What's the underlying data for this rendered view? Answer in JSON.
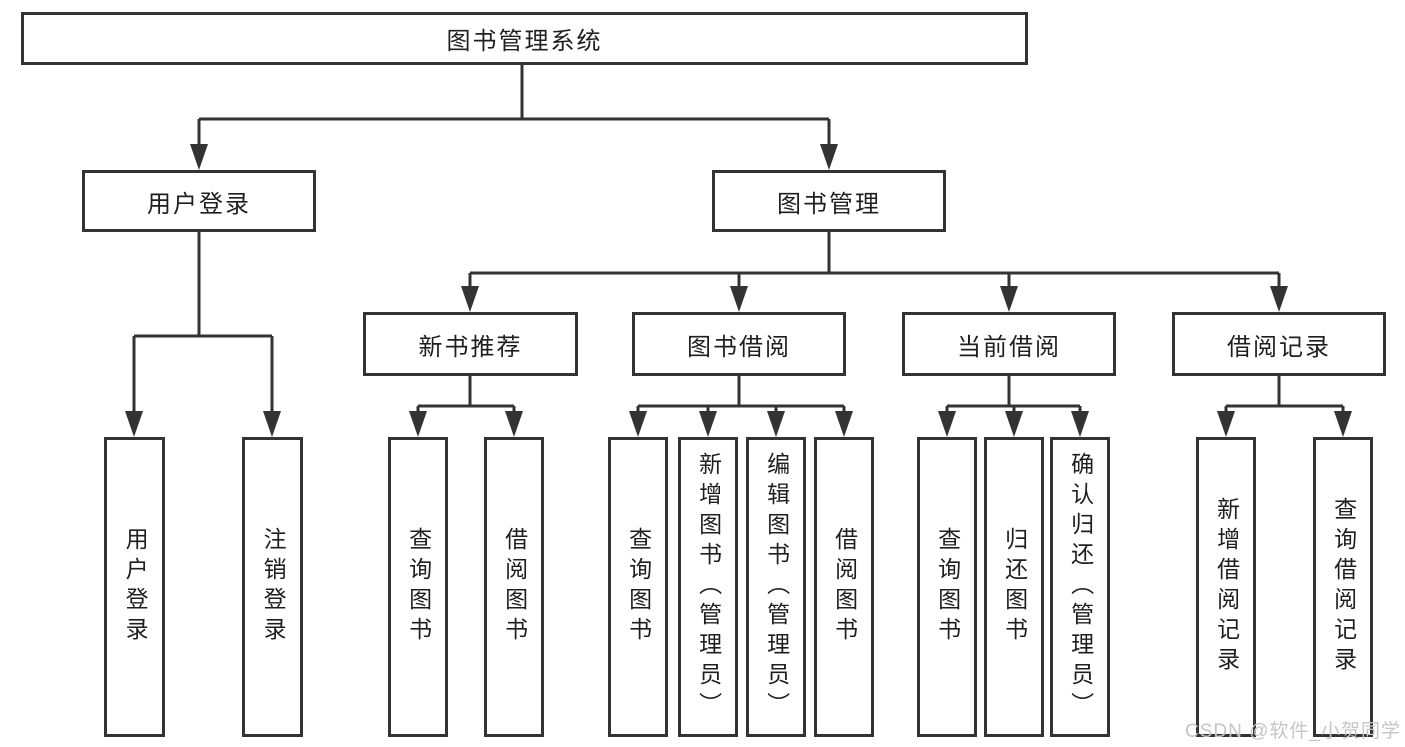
{
  "diagram": {
    "type": "tree-structure-chart",
    "nodes": {
      "root": "图书管理系统",
      "user_login_group": "用户登录",
      "book_management": "图书管理",
      "new_book_recommend": "新书推荐",
      "book_borrowing": "图书借阅",
      "current_borrowing": "当前借阅",
      "borrowing_records": "借阅记录",
      "user_login": "用户登录",
      "logout": "注销登录",
      "recommend_query_books": "查询图书",
      "recommend_borrow_books": "借阅图书",
      "borrowing_query_books": "查询图书",
      "borrowing_add_books": "新增图书（管理员）",
      "borrowing_edit_books": "编辑图书（管理员）",
      "borrowing_borrow_books": "借阅图书",
      "current_query_books": "查询图书",
      "current_return_books": "归还图书",
      "current_confirm_return": "确认归还（管理员）",
      "records_add_record": "新增借阅记录",
      "records_query_record": "查询借阅记录"
    },
    "hierarchy": {
      "图书管理系统": {
        "用户登录": [
          "用户登录",
          "注销登录"
        ],
        "图书管理": {
          "新书推荐": [
            "查询图书",
            "借阅图书"
          ],
          "图书借阅": [
            "查询图书",
            "新增图书（管理员）",
            "编辑图书（管理员）",
            "借阅图书"
          ],
          "当前借阅": [
            "查询图书",
            "归还图书",
            "确认归还（管理员）"
          ],
          "借阅记录": [
            "新增借阅记录",
            "查询借阅记录"
          ]
        }
      }
    }
  },
  "colors": {
    "line": "#333333",
    "box_border": "#333333",
    "box_fill": "#ffffff",
    "text": "#1f1f1f",
    "background": "#ffffff",
    "watermark": "#c9c3c4"
  },
  "watermark": {
    "text": "CSDN @软件_小贺同学"
  }
}
